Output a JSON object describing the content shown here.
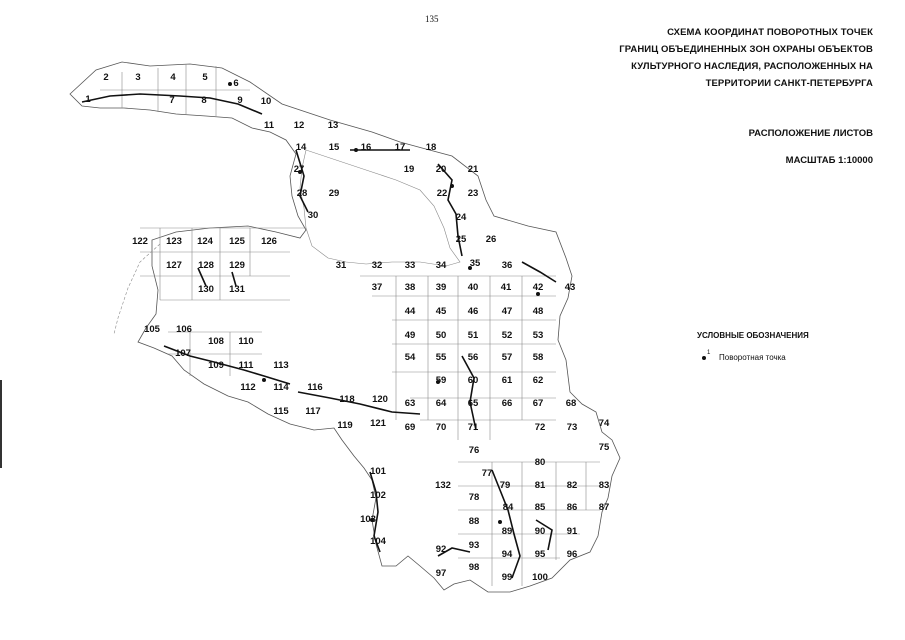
{
  "page_number": "135",
  "title_lines": [
    "СХЕМА КООРДИНАТ ПОВОРОТНЫХ ТОЧЕК",
    "ГРАНИЦ ОБЪЕДИНЕННЫХ ЗОН ОХРАНЫ ОБЪЕКТОВ",
    "КУЛЬТУРНОГО НАСЛЕДИЯ, РАСПОЛОЖЕННЫХ НА",
    "ТЕРРИТОРИИ САНКТ-ПЕТЕРБУРГА"
  ],
  "layout_label": "РАСПОЛОЖЕНИЕ ЛИСТОВ",
  "scale_label": "МАСШТАБ 1:10000",
  "legend": {
    "heading": "УСЛОВНЫЕ ОБОЗНАЧЕНИЯ",
    "items": [
      {
        "symbol": "point-icon",
        "superscript": "1",
        "label": "Поворотная точка"
      }
    ]
  },
  "sheet_labels": [
    "1",
    "2",
    "3",
    "4",
    "5",
    "6",
    "7",
    "8",
    "9",
    "10",
    "11",
    "12",
    "13",
    "14",
    "15",
    "16",
    "17",
    "18",
    "19",
    "20",
    "21",
    "22",
    "23",
    "24",
    "25",
    "26",
    "27",
    "28",
    "29",
    "30",
    "31",
    "32",
    "33",
    "34",
    "35",
    "36",
    "37",
    "38",
    "39",
    "40",
    "41",
    "42",
    "43",
    "44",
    "45",
    "46",
    "47",
    "48",
    "49",
    "50",
    "51",
    "52",
    "53",
    "54",
    "55",
    "56",
    "57",
    "58",
    "59",
    "60",
    "61",
    "62",
    "63",
    "64",
    "65",
    "66",
    "67",
    "68",
    "69",
    "70",
    "71",
    "72",
    "73",
    "74",
    "75",
    "76",
    "77",
    "78",
    "79",
    "80",
    "81",
    "82",
    "83",
    "84",
    "85",
    "86",
    "87",
    "88",
    "89",
    "90",
    "91",
    "92",
    "93",
    "94",
    "95",
    "96",
    "97",
    "98",
    "99",
    "100",
    "101",
    "102",
    "103",
    "104",
    "105",
    "106",
    "107",
    "108",
    "109",
    "110",
    "111",
    "112",
    "113",
    "114",
    "115",
    "116",
    "117",
    "118",
    "119",
    "120",
    "121",
    "122",
    "123",
    "124",
    "125",
    "126",
    "127",
    "128",
    "129",
    "130",
    "131",
    "132"
  ]
}
